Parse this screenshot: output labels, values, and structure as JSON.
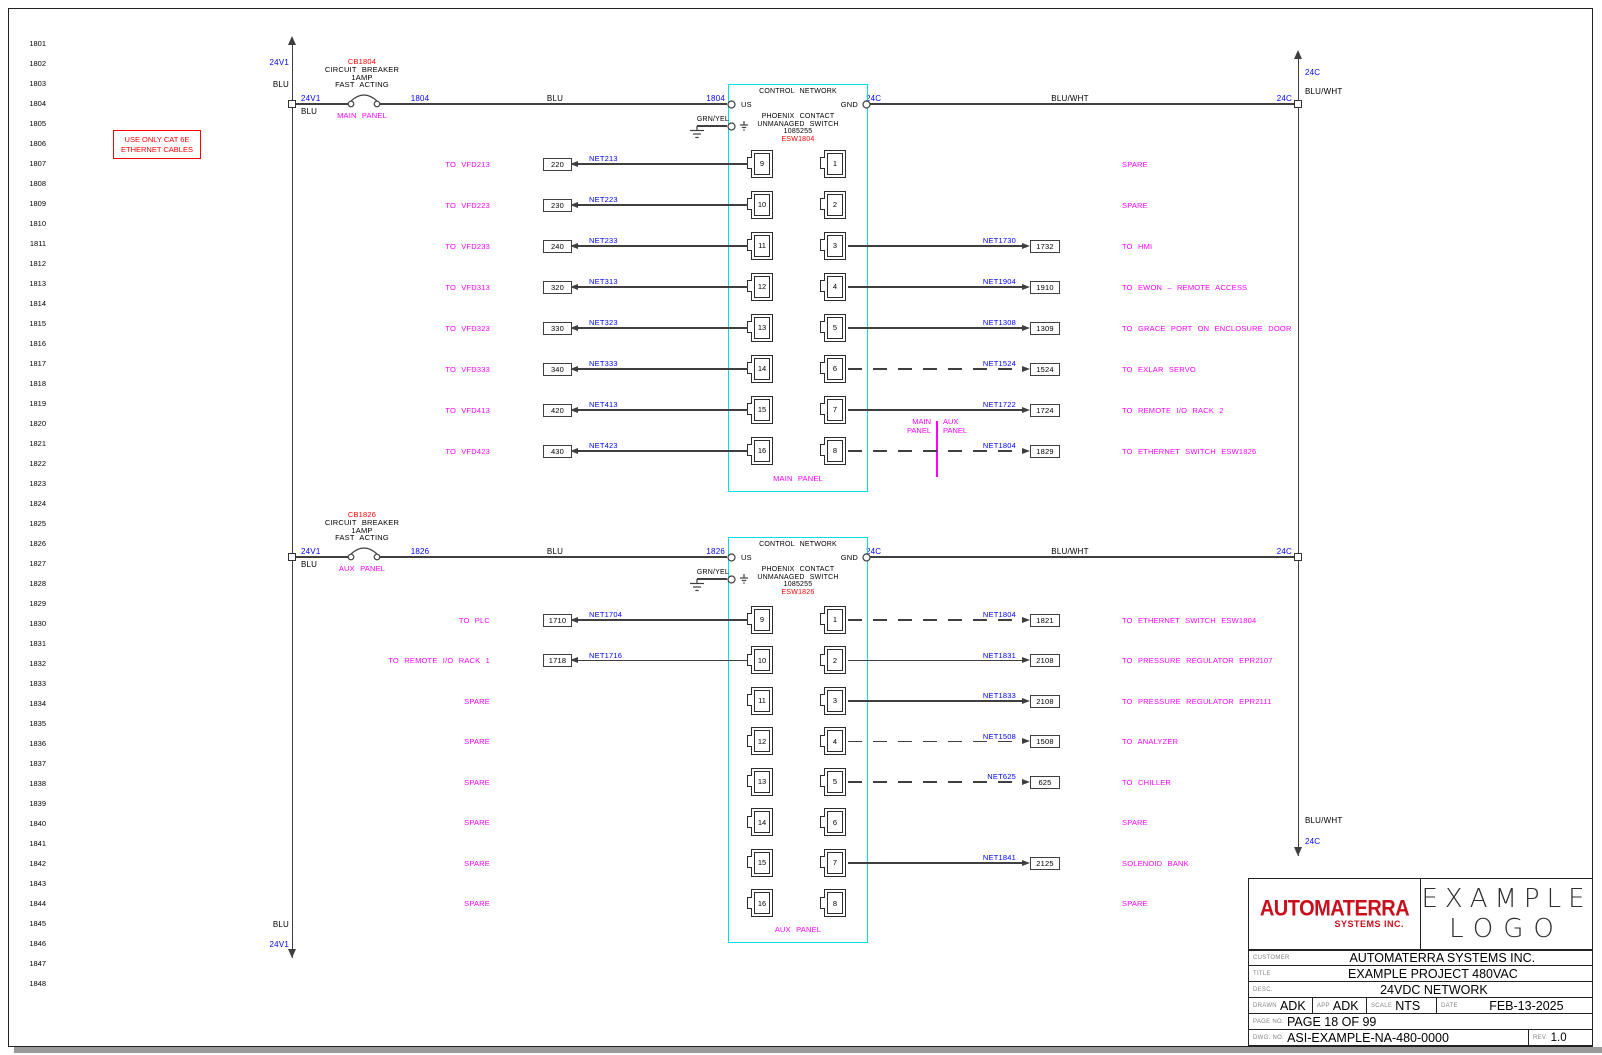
{
  "colors": {
    "blue": "#0000FF",
    "magenta": "#FF00FF",
    "red": "#FF0000",
    "cyan": "#00E0E6",
    "wire": "#3f3f3f",
    "logo_red": "#C90F1C"
  },
  "line_numbers": [
    "1801",
    "1802",
    "1803",
    "1804",
    "1805",
    "1806",
    "1807",
    "1808",
    "1809",
    "1810",
    "1811",
    "1812",
    "1813",
    "1814",
    "1815",
    "1816",
    "1817",
    "1818",
    "1819",
    "1820",
    "1821",
    "1822",
    "1823",
    "1824",
    "1825",
    "1826",
    "1827",
    "1828",
    "1829",
    "1830",
    "1831",
    "1832",
    "1833",
    "1834",
    "1835",
    "1836",
    "1837",
    "1838",
    "1839",
    "1840",
    "1841",
    "1842",
    "1843",
    "1844",
    "1845",
    "1846",
    "1847",
    "1848"
  ],
  "note": "USE ONLY CAT 6E\nETHERNET CABLES",
  "left_bus": {
    "top_net": "24V1",
    "top_color": "BLU",
    "bottom_color": "BLU",
    "bottom_net": "24V1"
  },
  "right_bus": {
    "top_net": "24C",
    "top_color": "BLU/WHT",
    "bottom_color": "BLU/WHT",
    "bottom_net": "24C"
  },
  "panel_divider": {
    "left": "MAIN\nPANEL",
    "right": "AUX\nPANEL"
  },
  "sections": [
    {
      "breaker": {
        "tag": "CB1804",
        "line1": "CIRCUIT BREAKER",
        "line2": "1AMP",
        "line3": "FAST ACTING",
        "panel": "MAIN PANEL"
      },
      "wire": {
        "bus_net": "24V1",
        "bus_color": "BLU",
        "seg_left": "1804",
        "seg_color": "BLU",
        "seg_right": "1804",
        "gnd_left": "24C",
        "gnd_color": "BLU/WHT",
        "gnd_right": "24C"
      },
      "switch": {
        "header": "CONTROL NETWORK",
        "us": "US",
        "gnd": "GND",
        "grn_yel": "GRN/YEL",
        "line1": "PHOENIX CONTACT",
        "line2": "UNMANAGED SWITCH",
        "line3": "1085255",
        "tag": "ESW1804",
        "panel": "MAIN PANEL"
      },
      "left_rows": [
        {
          "port": "9",
          "net": "NET213",
          "box": "220",
          "dest": "TO VFD213"
        },
        {
          "port": "10",
          "net": "NET223",
          "box": "230",
          "dest": "TO VFD223"
        },
        {
          "port": "11",
          "net": "NET233",
          "box": "240",
          "dest": "TO VFD233"
        },
        {
          "port": "12",
          "net": "NET313",
          "box": "320",
          "dest": "TO VFD313"
        },
        {
          "port": "13",
          "net": "NET323",
          "box": "330",
          "dest": "TO VFD323"
        },
        {
          "port": "14",
          "net": "NET333",
          "box": "340",
          "dest": "TO VFD333"
        },
        {
          "port": "15",
          "net": "NET413",
          "box": "420",
          "dest": "TO VFD413"
        },
        {
          "port": "16",
          "net": "NET423",
          "box": "430",
          "dest": "TO VFD423"
        }
      ],
      "right_rows": [
        {
          "port": "1",
          "dest": "SPARE"
        },
        {
          "port": "2",
          "dest": "SPARE"
        },
        {
          "port": "3",
          "net": "NET1730",
          "box": "1732",
          "dest": "TO HMI"
        },
        {
          "port": "4",
          "net": "NET1904",
          "box": "1910",
          "dest": "TO EWON – REMOTE ACCESS"
        },
        {
          "port": "5",
          "net": "NET1308",
          "box": "1309",
          "dest": "TO GRACE PORT ON ENCLOSURE DOOR"
        },
        {
          "port": "6",
          "net": "NET1524",
          "box": "1524",
          "dest": "TO EXLAR SERVO",
          "dashed": true
        },
        {
          "port": "7",
          "net": "NET1722",
          "box": "1724",
          "dest": "TO REMOTE I/O RACK 2"
        },
        {
          "port": "8",
          "net": "NET1804",
          "box": "1829",
          "dest": "TO ETHERNET SWITCH ESW1826",
          "dashed": true
        }
      ]
    },
    {
      "breaker": {
        "tag": "CB1826",
        "line1": "CIRCUIT BREAKER",
        "line2": "1AMP",
        "line3": "FAST ACTING",
        "panel": "AUX PANEL"
      },
      "wire": {
        "bus_net": "24V1",
        "bus_color": "BLU",
        "seg_left": "1826",
        "seg_color": "BLU",
        "seg_right": "1826",
        "gnd_left": "24C",
        "gnd_color": "BLU/WHT",
        "gnd_right": "24C"
      },
      "switch": {
        "header": "CONTROL NETWORK",
        "us": "US",
        "gnd": "GND",
        "grn_yel": "GRN/YEL",
        "line1": "PHOENIX CONTACT",
        "line2": "UNMANAGED SWITCH",
        "line3": "1085255",
        "tag": "ESW1826",
        "panel": "AUX PANEL"
      },
      "left_rows": [
        {
          "port": "9",
          "net": "NET1704",
          "box": "1710",
          "dest": "TO PLC"
        },
        {
          "port": "10",
          "net": "NET1716",
          "box": "1718",
          "dest": "TO REMOTE I/O RACK 1"
        },
        {
          "port": "11",
          "dest": "SPARE"
        },
        {
          "port": "12",
          "dest": "SPARE"
        },
        {
          "port": "13",
          "dest": "SPARE"
        },
        {
          "port": "14",
          "dest": "SPARE"
        },
        {
          "port": "15",
          "dest": "SPARE"
        },
        {
          "port": "16",
          "dest": "SPARE"
        }
      ],
      "right_rows": [
        {
          "port": "1",
          "net": "NET1804",
          "box": "1821",
          "dest": "TO ETHERNET SWITCH ESW1804",
          "dashed": true
        },
        {
          "port": "2",
          "net": "NET1831",
          "box": "2108",
          "dest": "TO PRESSURE REGULATOR EPR2107"
        },
        {
          "port": "3",
          "net": "NET1833",
          "box": "2108",
          "dest": "TO PRESSURE REGULATOR EPR2111"
        },
        {
          "port": "4",
          "net": "NET1508",
          "box": "1508",
          "dest": "TO ANALYZER",
          "dashed": true
        },
        {
          "port": "5",
          "net": "NET625",
          "box": "625",
          "dest": "TO CHILLER",
          "dashed": true
        },
        {
          "port": "6",
          "dest": "SPARE"
        },
        {
          "port": "7",
          "net": "NET1841",
          "box": "2125",
          "dest": "SOLENOID BANK"
        },
        {
          "port": "8",
          "dest": "SPARE"
        }
      ]
    }
  ],
  "title_block": {
    "logo_line1": "AUTOMATERRA",
    "logo_line2": "SYSTEMS INC.",
    "example_logo_line1": "EXAMPLE",
    "example_logo_line2": "LOGO",
    "customer_label": "CUSTOMER",
    "customer": "AUTOMATERRA SYSTEMS INC.",
    "title_label": "TITLE",
    "title": "EXAMPLE PROJECT 480VAC",
    "desc_label": "DESC.",
    "desc": "24VDC NETWORK",
    "drawn_label": "DRAWN",
    "drawn": "ADK",
    "app_label": "APP",
    "app": "ADK",
    "scale_label": "SCALE",
    "scale": "NTS",
    "date_label": "DATE",
    "date": "FEB-13-2025",
    "page_label": "PAGE NO.",
    "page": "PAGE 18 OF 99",
    "dwg_label": "DWG. NO.",
    "dwg": "ASI-EXAMPLE-NA-480-0000",
    "rev_label": "REV.",
    "rev": "1.0"
  }
}
